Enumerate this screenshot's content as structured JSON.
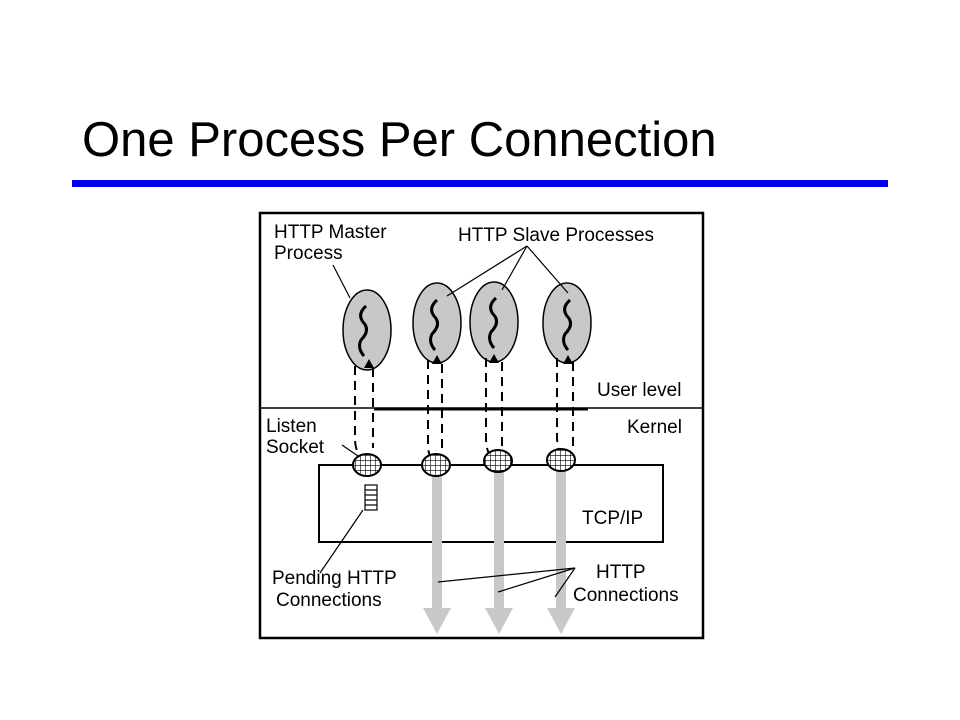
{
  "title": "One Process Per Connection",
  "colors": {
    "accent_rule": "#0000ee",
    "process_fill": "#c8c8c8",
    "arrow_fill": "#c8c8c8"
  },
  "diagram": {
    "labels": {
      "master_line1": "HTTP Master",
      "master_line2": "Process",
      "slaves": "HTTP Slave Processes",
      "user_level": "User level",
      "kernel": "Kernel",
      "listen_line1": "Listen",
      "listen_line2": "Socket",
      "tcpip": "TCP/IP",
      "pending_line1": "Pending HTTP",
      "pending_line2": "Connections",
      "conn_line1": "HTTP",
      "conn_line2": "Connections"
    }
  }
}
